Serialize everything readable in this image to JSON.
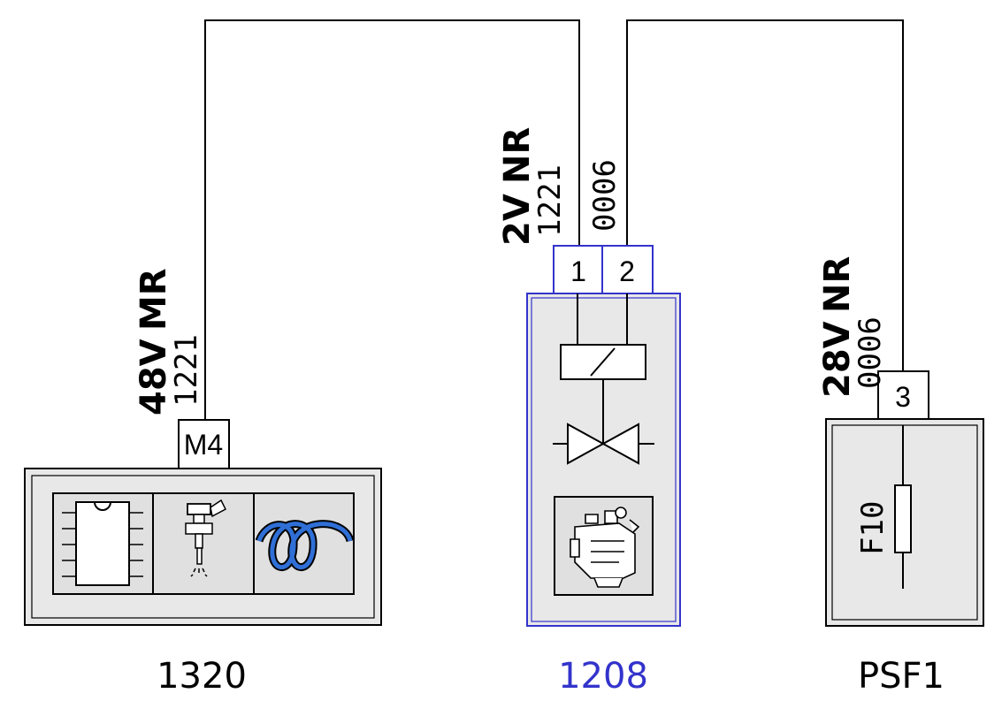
{
  "colors": {
    "wire": "#000000",
    "box_fill": "#e8e8e8",
    "accent_blue": "#3333cc",
    "coil_blue": "#2f6fd6"
  },
  "components": {
    "ecu": {
      "id": "1320",
      "connector": {
        "pin": "M4"
      },
      "wire_label": {
        "voltage": "48V",
        "color": "MR",
        "wire": "1221"
      }
    },
    "pump": {
      "id": "1208",
      "pins": [
        "1",
        "2"
      ],
      "wire_label_left": {
        "voltage": "2V",
        "color": "NR",
        "wire": "1221"
      },
      "wire_label_right": {
        "wire": "0006"
      }
    },
    "fusebox": {
      "id": "PSF1",
      "pin": "3",
      "fuse": "F10",
      "wire_label": {
        "voltage": "28V",
        "color": "NR",
        "wire": "0006"
      }
    }
  }
}
